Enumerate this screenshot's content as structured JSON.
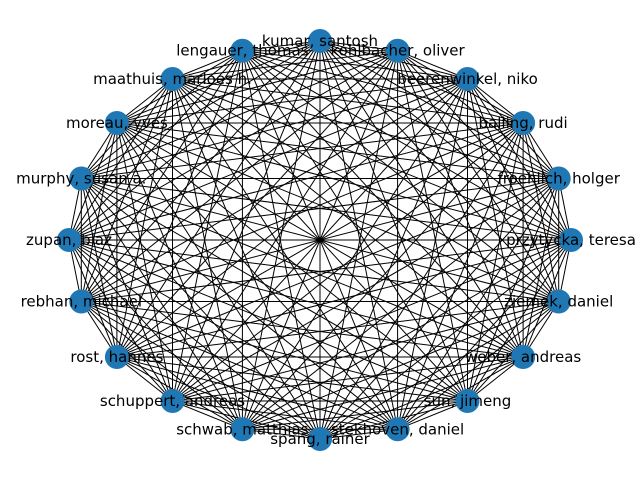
{
  "graph": {
    "type": "complete-graph",
    "node_color": "#1f77b4",
    "edge_color": "#000000",
    "nodes": [
      "kumar, santosh",
      "kohlbacher, oliver",
      "beerenwinkel, niko",
      "balling, rudi",
      "froehlich, holger",
      "przytycka, teresa",
      "ziemek, daniel",
      "weber, andreas",
      "sun, jimeng",
      "stekhoven, daniel",
      "spang, rainer",
      "schwab, matthias",
      "schuppert, andreas",
      "rost, hannes",
      "rebhan, michael",
      "zupan, blaz",
      "murphy, susan a.",
      "moreau, yves",
      "maathuis, marloes h.",
      "lengauer, thomas"
    ]
  }
}
